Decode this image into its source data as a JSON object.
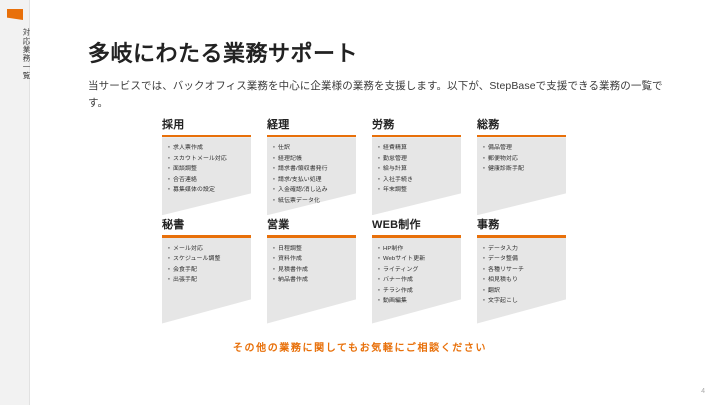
{
  "sidebar": {
    "label": "対応業務一覧",
    "mark_color": "#e8700a"
  },
  "header": {
    "title": "多岐にわたる業務サポート",
    "description": "当サービスでは、バックオフィス業務を中心に企業様の業務を支援します。以下が、StepBaseで支援できる業務の一覧です。"
  },
  "theme": {
    "accent": "#e8700a",
    "card_background": "#e6e6e6",
    "sidebar_background": "#f2f2f2"
  },
  "cards": [
    {
      "title": "採用",
      "items": [
        "求人票作成",
        "スカウトメール対応",
        "面談調整",
        "合否連絡",
        "募集媒体の設定"
      ]
    },
    {
      "title": "経理",
      "items": [
        "仕訳",
        "経理記帳",
        "請求書/領収書発行",
        "請求/支払い処理",
        "入金確認/消し込み",
        "紙伝票データ化"
      ]
    },
    {
      "title": "労務",
      "items": [
        "経費精算",
        "勤怠管理",
        "給与計算",
        "入社手続き",
        "年末調整"
      ]
    },
    {
      "title": "総務",
      "items": [
        "備品管理",
        "郵便物対応",
        "健康診断手配"
      ]
    },
    {
      "title": "秘書",
      "items": [
        "メール対応",
        "スケジュール調整",
        "会食手配",
        "出張手配"
      ]
    },
    {
      "title": "営業",
      "items": [
        "日程調整",
        "資料作成",
        "見積書作成",
        "納品書作成"
      ]
    },
    {
      "title": "WEB制作",
      "items": [
        "HP制作",
        "Webサイト更新",
        "ライティング",
        "バナー作成",
        "チラシ作成",
        "動画編集"
      ]
    },
    {
      "title": "事務",
      "items": [
        "データ入力",
        "データ整備",
        "各種リサーチ",
        "相見積もり",
        "翻訳",
        "文字起こし"
      ]
    }
  ],
  "footer": {
    "note": "その他の業務に関してもお気軽にご相談ください",
    "page_number": "4"
  }
}
